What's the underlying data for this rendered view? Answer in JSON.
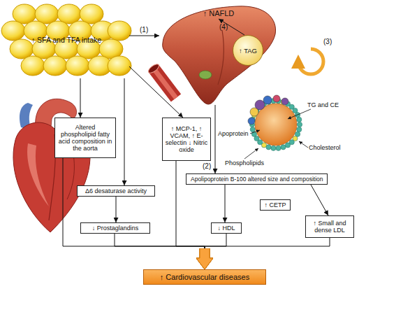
{
  "diagram": {
    "nodes": [
      {
        "text": [
          "↑ SFA and TFA intake"
        ]
      },
      {
        "text": [
          "↑ NAFLD"
        ]
      },
      {
        "text": [
          "↑ TAG"
        ],
        "in": 1
      },
      {
        "text": [
          "Altered phospholipid fatty acid composition in the aorta"
        ]
      },
      {
        "text": [
          "↑ MCP-1, ↑ VCAM, ↑ E-selectin ↓ Nitric oxide"
        ]
      },
      {
        "text": [
          "Apolipoprotein B-100 altered size and composition"
        ]
      },
      {
        "text": [
          "Δ6 desaturase activity"
        ]
      },
      {
        "text": [
          "↑ CETP"
        ]
      },
      {
        "text": [
          "↓ Prostaglandins"
        ]
      },
      {
        "text": [
          "↓ HDL"
        ]
      },
      {
        "text": [
          "↑ Small and dense LDL"
        ]
      },
      {
        "text": [
          "↑ Cardiovascular diseases"
        ]
      }
    ],
    "edges": [
      {
        "from": 0,
        "to": 1,
        "label": "(1)",
        "arrow": "to"
      },
      {
        "from": 0,
        "to": 3,
        "arrow": "to"
      },
      {
        "from": 0,
        "to": 4,
        "arrow": "to"
      },
      {
        "from": 0,
        "to": 6,
        "arrow": "to"
      },
      {
        "from": 2,
        "to": 1,
        "label": "(4)",
        "arrow": "to"
      },
      {
        "from": 1,
        "to": 5,
        "label": "(2)",
        "arrow": "to"
      },
      {
        "from": 6,
        "to": 8,
        "arrow": "to"
      },
      {
        "from": 5,
        "to": 9,
        "arrow": "to"
      },
      {
        "from": 5,
        "to": 10,
        "arrow": "to"
      },
      {
        "from": 3,
        "to": 11,
        "arrow": "to"
      },
      {
        "from": 4,
        "to": 11,
        "arrow": "to"
      },
      {
        "from": 8,
        "to": 11,
        "arrow": "to"
      },
      {
        "from": 9,
        "to": 11,
        "arrow": "to"
      },
      {
        "from": 10,
        "to": 11,
        "arrow": "to"
      }
    ],
    "labels": [
      "(3)",
      "TG and CE",
      "Apoprotein",
      "Cholesterol",
      "Phospholipids"
    ]
  }
}
